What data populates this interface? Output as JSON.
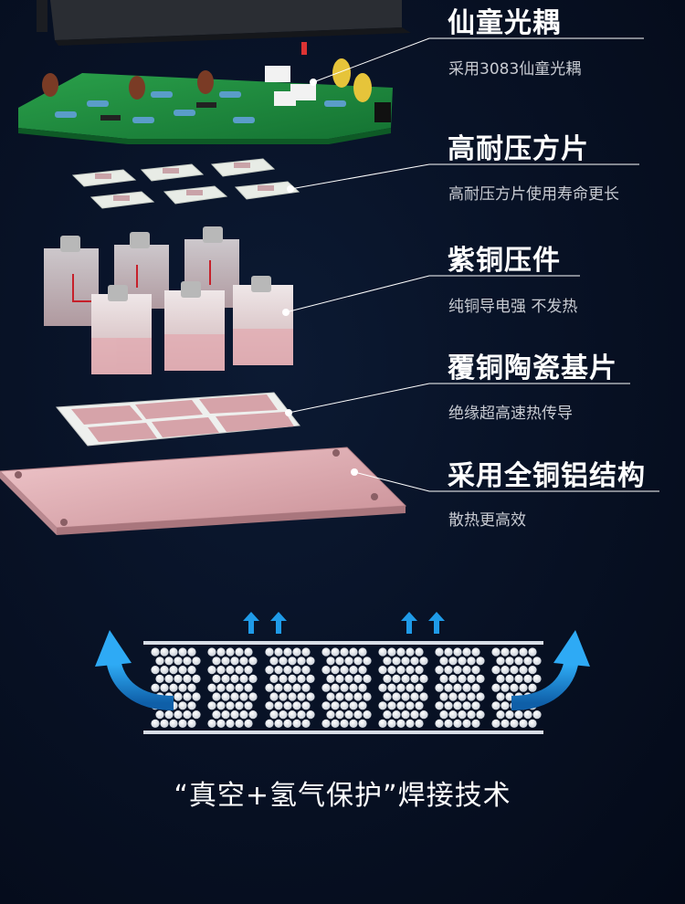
{
  "features": [
    {
      "title": "仙童光耦",
      "subtitle": "采用3083仙童光耦"
    },
    {
      "title": "高耐压方片",
      "subtitle": "高耐压方片使用寿命更长"
    },
    {
      "title": "紫铜压件",
      "subtitle": "纯铜导电强 不发热"
    },
    {
      "title": "覆铜陶瓷基片",
      "subtitle": "绝缘超高速热传导"
    },
    {
      "title": "采用全铜铝结构",
      "subtitle": "散热更高效"
    }
  ],
  "footer": {
    "caption": "“真空+氢气保护”焊接技术"
  },
  "colors": {
    "background": "#07112a",
    "pcb_green": "#1f8a3a",
    "copper": "#d9a7ad",
    "arrow_blue": "#1f9be8",
    "solder_ball": "#e9edf2"
  }
}
